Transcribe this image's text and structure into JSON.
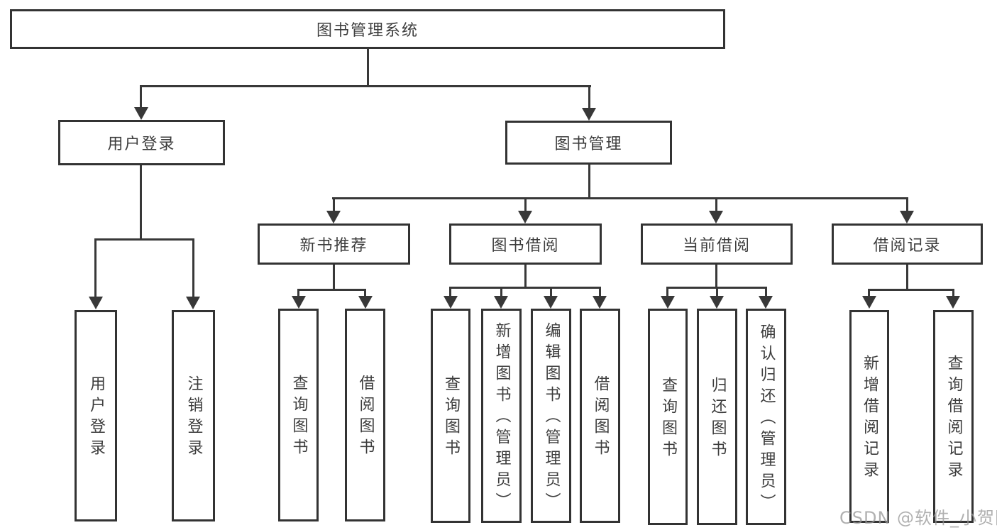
{
  "diagram": {
    "root": "图书管理系统",
    "level2": [
      "用户登录",
      "图书管理"
    ],
    "level3": [
      "新书推荐",
      "图书借阅",
      "当前借阅",
      "借阅记录"
    ],
    "leaves": {
      "user_login": [
        "用户登录",
        "注销登录"
      ],
      "new_book": [
        "查询图书",
        "借阅图书"
      ],
      "book_borrow": [
        "查询图书",
        "新增图书（管理员）",
        "编辑图书（管理员）",
        "借阅图书"
      ],
      "current_borrow": [
        "查询图书",
        "归还图书",
        "确认归还（管理员）"
      ],
      "borrow_records": [
        "新增借阅记录",
        "查询借阅记录"
      ]
    }
  },
  "watermark": {
    "text": "CSDN @软件_小贺同学"
  },
  "colors": {
    "line": "#383838",
    "box_border": "#333333",
    "text": "#3d3d3d",
    "watermark": "#969696",
    "background": "#ffffff"
  }
}
